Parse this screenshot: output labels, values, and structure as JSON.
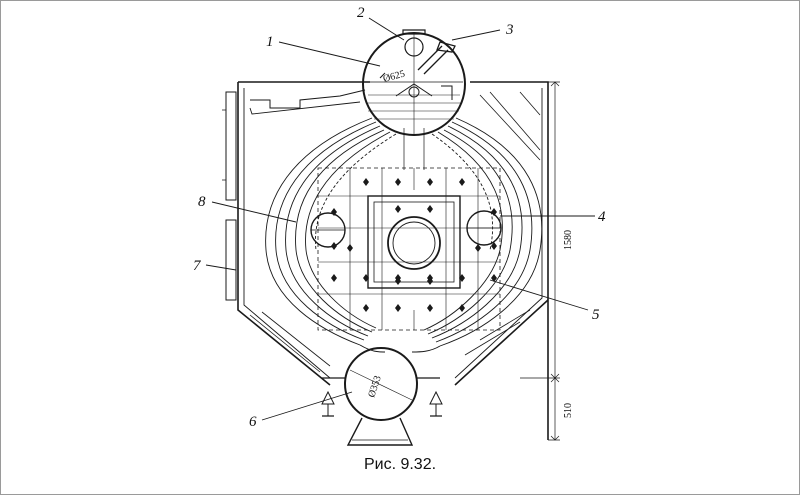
{
  "caption": "Рис. 9.32.",
  "callouts": {
    "c1": "1",
    "c2": "2",
    "c3": "3",
    "c4": "4",
    "c5": "5",
    "c6": "6",
    "c7": "7",
    "c8": "8"
  },
  "dimensions": {
    "upper_drum_diameter": "Ø625",
    "lower_drum_diameter": "Ø353",
    "overall_height": "1580",
    "bottom_height": "510"
  },
  "colors": {
    "ink": "#1a1a1a",
    "background": "#ffffff",
    "frame": "#9a9a9a"
  }
}
